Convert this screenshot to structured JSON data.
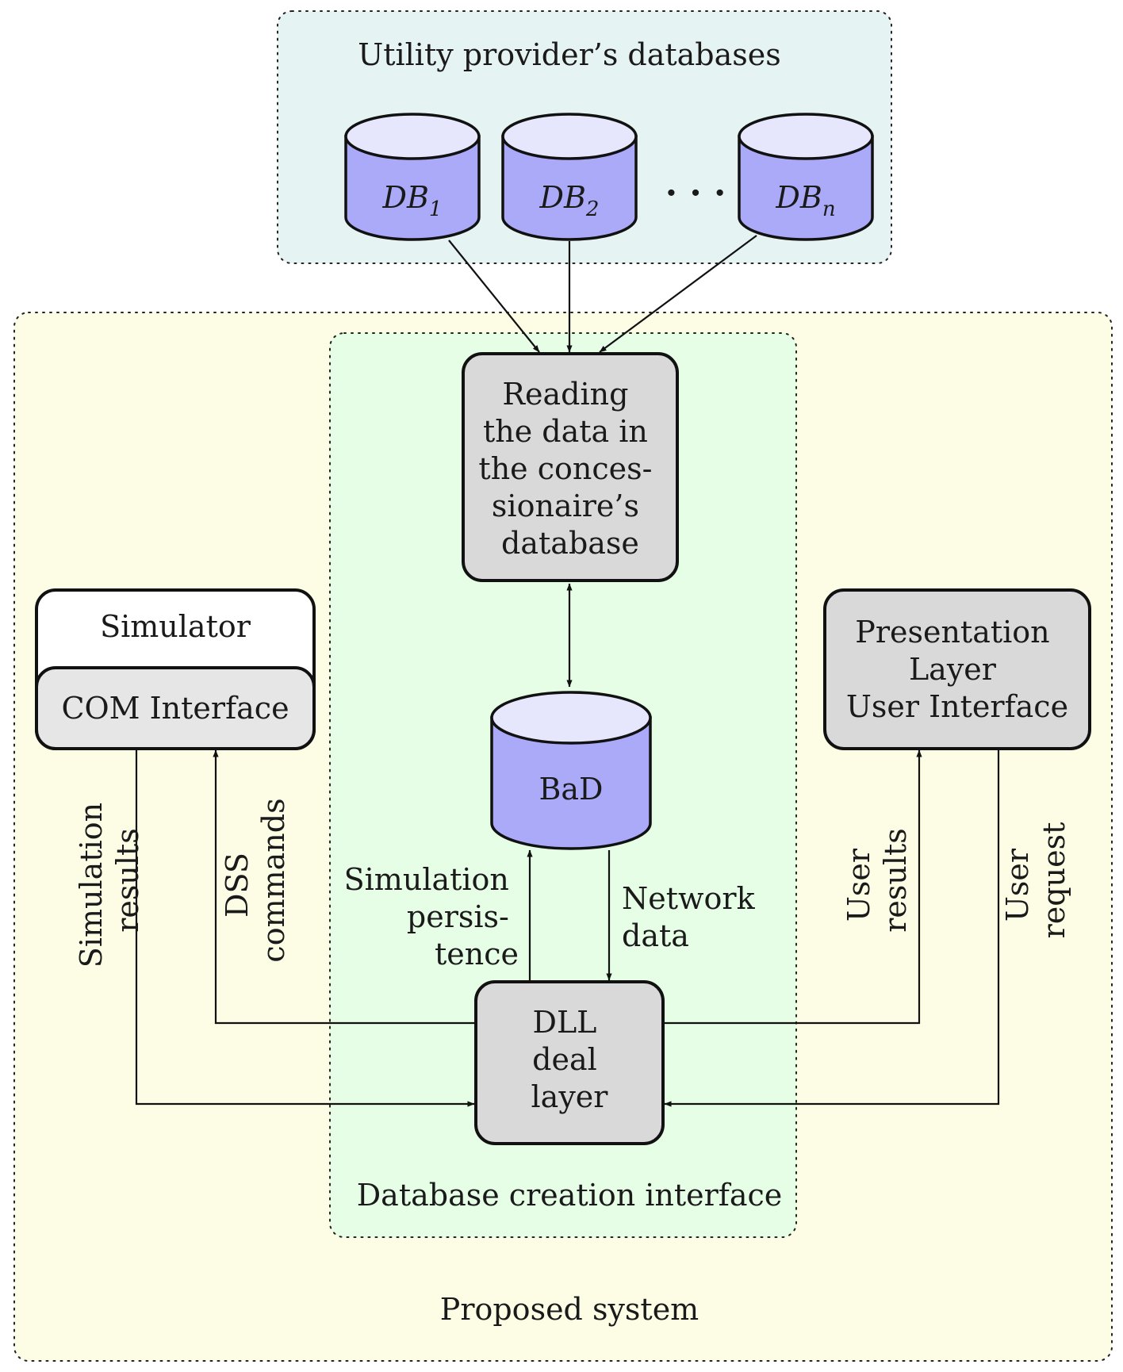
{
  "groups": {
    "utility": {
      "label": "Utility provider’s databases",
      "color": "#e5f3f2"
    },
    "proposed": {
      "label": "Proposed system",
      "color": "#fdfde6"
    },
    "creation": {
      "label": "Database creation interface",
      "color": "#e6fde6"
    }
  },
  "databases": [
    {
      "base": "DB",
      "sub": "1"
    },
    {
      "base": "DB",
      "sub": "2"
    },
    {
      "base": "DB",
      "sub": "n"
    }
  ],
  "ellipsis": "· · ·",
  "cylinder_colors": {
    "body": "#aaaaf9",
    "top": "#e6e6fc"
  },
  "nodes": {
    "reading": {
      "lines": [
        "Reading",
        "the data in",
        "the conces-",
        "sionaire’s",
        "database"
      ],
      "color": "#d9d9d9"
    },
    "bad": {
      "label": "BaD"
    },
    "simulator": {
      "title": "Simulator",
      "interface": "COM Interface",
      "interface_color": "#e6e6e6"
    },
    "presentation": {
      "lines": [
        "Presentation",
        "Layer",
        "User Interface"
      ],
      "color": "#d9d9d9"
    },
    "dll": {
      "lines": [
        "DLL",
        "deal",
        "layer"
      ],
      "color": "#d9d9d9"
    }
  },
  "edge_labels": {
    "sim_persistence": [
      "Simulation",
      "persis-",
      "tence"
    ],
    "network_data": [
      "Network",
      "data"
    ],
    "sim_results": [
      "Simulation",
      "results"
    ],
    "dss_commands": [
      "DSS",
      "commands"
    ],
    "user_results": [
      "User",
      "results"
    ],
    "user_request": [
      "User",
      "request"
    ]
  }
}
